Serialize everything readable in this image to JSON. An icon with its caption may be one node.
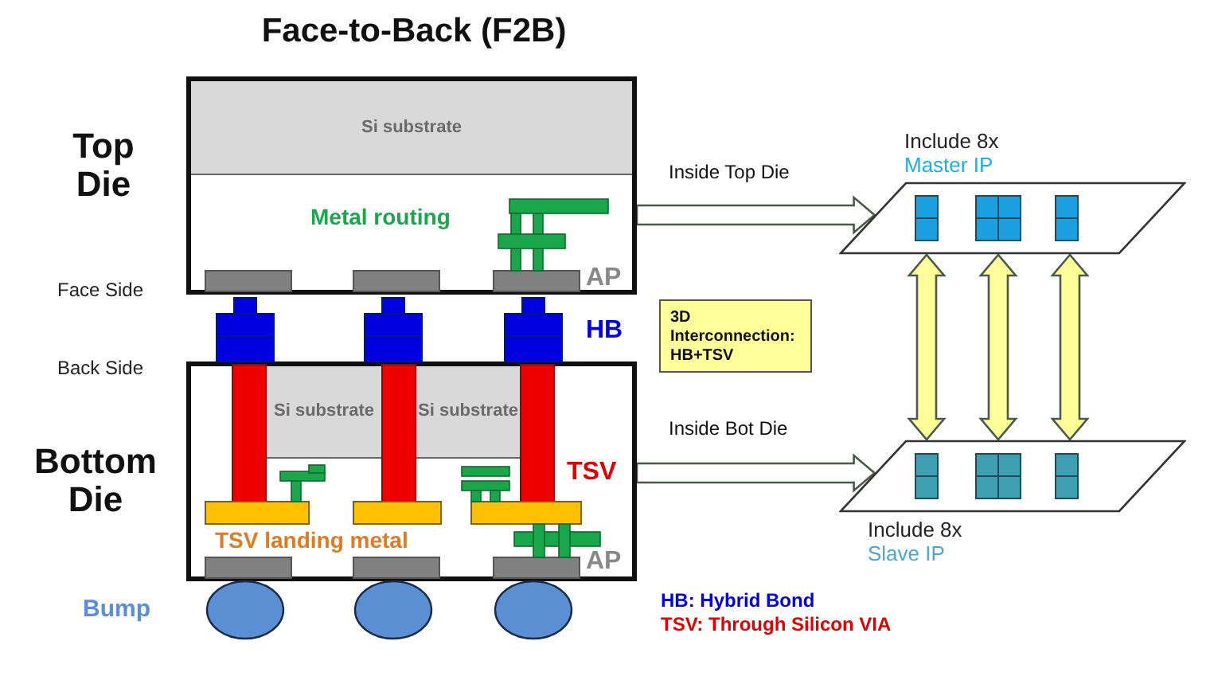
{
  "diagram": {
    "title": "Face-to-Back (F2B)",
    "nodes": [
      {
        "text": [],
        "shape": "box",
        "beside": [
          "Top Die"
        ]
      },
      {
        "text": [
          "Si substrate"
        ],
        "in": 0
      },
      {
        "text": [],
        "shape": "box",
        "beside": [
          "Bottom Die"
        ]
      },
      {
        "text": [
          "Si substrate"
        ],
        "in": 2
      },
      {
        "text": [
          "Si substrate"
        ],
        "in": 2
      },
      {
        "text": [
          "3D Interconnection: HB+TSV"
        ]
      },
      {
        "text": [],
        "shape": "parallelogram",
        "beside": [
          "Include 8x",
          "Master IP"
        ]
      },
      {
        "text": [],
        "shape": "parallelogram",
        "beside": [
          "Include 8x",
          "Slave IP"
        ]
      }
    ],
    "edges": [
      {
        "from": 0,
        "to": 6,
        "arrow": "to",
        "label": "Inside Top Die"
      },
      {
        "from": 2,
        "to": 7,
        "arrow": "to",
        "label": "Inside Bot Die"
      },
      {
        "from": 6,
        "to": 7,
        "arrow": "both",
        "color": "#ffff99"
      },
      {
        "from": 6,
        "to": 7,
        "arrow": "both",
        "color": "#ffff99"
      },
      {
        "from": 6,
        "to": 7,
        "arrow": "both",
        "color": "#ffff99"
      }
    ],
    "labels": [
      "Metal routing",
      "AP",
      "Face Side",
      "HB",
      "Back Side",
      "TSV",
      "TSV landing metal",
      "AP",
      "Bump",
      "HB: Hybrid Bond",
      "TSV: Through Silicon VIA"
    ]
  }
}
